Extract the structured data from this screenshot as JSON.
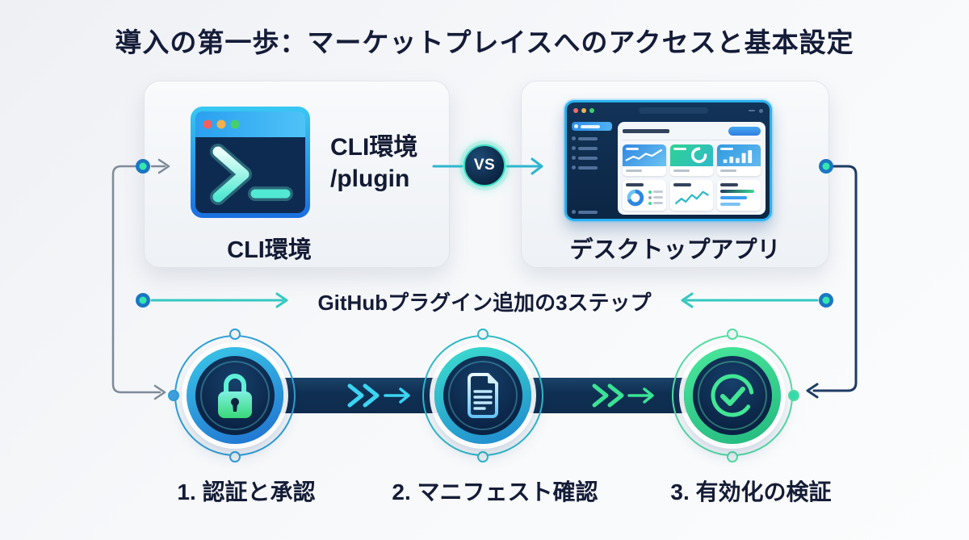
{
  "header": {
    "title": "導入の第一歩：マーケットプレイスへのアクセスと基本設定"
  },
  "comparison": {
    "vs_badge": "VS",
    "left_card": {
      "icon": "terminal-icon",
      "caption_line1": "CLI環境",
      "caption_line2": "/plugin",
      "label": "CLI環境"
    },
    "right_card": {
      "icon": "desktop-app-window",
      "label": "デスクトップアプリ"
    }
  },
  "steps_section": {
    "title": "GitHubプラグイン追加の3ステップ",
    "steps": [
      {
        "label": "1. 認証と承認",
        "icon": "lock-icon"
      },
      {
        "label": "2. マニフェスト確認",
        "icon": "document-icon"
      },
      {
        "label": "3. 有効化の検証",
        "icon": "check-icon"
      }
    ]
  },
  "colors": {
    "accent_teal": "#2fb5cf",
    "accent_green": "#3be295",
    "accent_blue": "#2f86e0",
    "navy_bar": "#11304f",
    "text_dark": "#151c38",
    "connector_gray": "#7f8a99",
    "connector_navy": "#1e3c64",
    "node_dot_outer": "#1b76c2",
    "node_dot_inner": "#35e6b0"
  }
}
